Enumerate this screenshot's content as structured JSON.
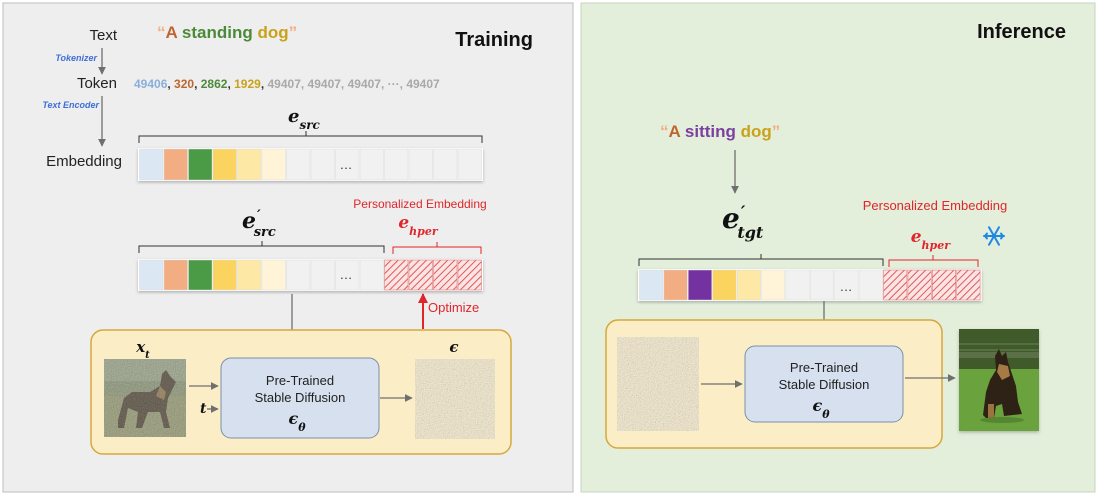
{
  "training": {
    "title": "Training",
    "row_labels": {
      "text": "Text",
      "token": "Token",
      "embedding": "Embedding"
    },
    "step_labels": {
      "tokenizer": "Tokenizer",
      "text_encoder": "Text Encoder"
    },
    "prompt": {
      "open_quote": "“",
      "words": [
        {
          "text": "A",
          "color": "#c0652f"
        },
        {
          "text": "standing",
          "color": "#4c8a3a"
        },
        {
          "text": "dog",
          "color": "#c9a21a"
        }
      ],
      "close_quote": "”"
    },
    "tokens": [
      {
        "text": "49406",
        "color": "#8aaedc"
      },
      {
        "text": "320",
        "color": "#c0652f"
      },
      {
        "text": "2862",
        "color": "#4c8a3a"
      },
      {
        "text": "1929",
        "color": "#c9a21a"
      },
      {
        "text": "49407",
        "color": "#a9a9a9"
      },
      {
        "text": "49407",
        "color": "#a9a9a9"
      },
      {
        "text": "49407",
        "color": "#a9a9a9"
      },
      {
        "text": "···",
        "color": "#a9a9a9"
      },
      {
        "text": "49407",
        "color": "#a9a9a9"
      }
    ],
    "e_src": {
      "base": "e",
      "sub": "src",
      "prime": ""
    },
    "e_src_prime": {
      "base": "e",
      "sub": "src",
      "prime": "′"
    },
    "e_hper": {
      "base": "e",
      "sub": "hper"
    },
    "personalized_label": "Personalized Embedding",
    "optimize_label": "Optimize",
    "ellipsis": "…",
    "x_t": {
      "base": "x",
      "sub": "t"
    },
    "t_label": "t",
    "epsilon": "ϵ",
    "model": {
      "line1": "Pre-Trained",
      "line2": "Stable Diffusion",
      "eps": "ϵ",
      "sub": "θ"
    }
  },
  "inference": {
    "title": "Inference",
    "prompt": {
      "open_quote": "“",
      "words": [
        {
          "text": "A",
          "color": "#c0652f"
        },
        {
          "text": "sitting",
          "color": "#7b3fa0"
        },
        {
          "text": "dog",
          "color": "#c9a21a"
        }
      ],
      "close_quote": "”"
    },
    "e_tgt": {
      "base": "e",
      "sub": "tgt",
      "prime": "′"
    },
    "e_hper": {
      "base": "e",
      "sub": "hper"
    },
    "personalized_label": "Personalized Embedding",
    "ellipsis": "…",
    "model": {
      "line1": "Pre-Trained",
      "line2": "Stable Diffusion",
      "eps": "ϵ",
      "sub": "θ"
    }
  },
  "colors": {
    "training_bg": "#eeeeee",
    "inference_bg": "#e3eedb",
    "diffusion_box": "#fbedc6",
    "diffusion_border": "#d6a83a",
    "model_box": "#d6e0ef",
    "accent_red": "#e0262b",
    "step_blue": "#3d6fd6",
    "cell_blue": "#dce7f4",
    "cell_orange": "#f2ad82",
    "cell_green": "#4c9a45",
    "cell_purple": "#7330a0",
    "cell_yellow": "#fbd45e",
    "cell_lightyellow": "#fde8a6",
    "cell_cream": "#fff4d7",
    "cell_gray": "#f1f1f1"
  }
}
